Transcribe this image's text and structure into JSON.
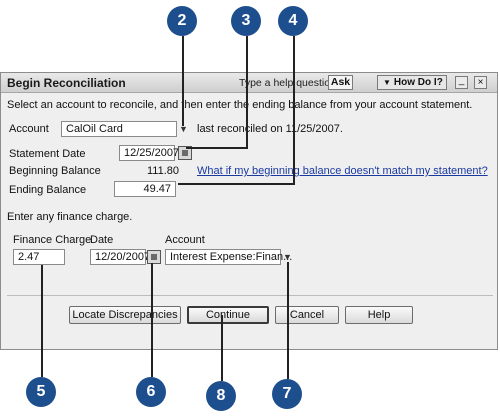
{
  "dialog": {
    "title": "Begin Reconciliation",
    "help_question": "Type a help question",
    "ask_label": "Ask",
    "how_do_i_label": "How Do I?",
    "minimize_glyph": "_",
    "close_glyph": "×",
    "instructions": "Select an account to reconcile, and then enter the ending balance from your account statement."
  },
  "account": {
    "label": "Account",
    "value": "CalOil Card",
    "last_reconciled": "last reconciled on 11/25/2007."
  },
  "statement_date": {
    "label": "Statement Date",
    "value": "12/25/2007"
  },
  "beginning_balance": {
    "label": "Beginning Balance",
    "value": "111.80"
  },
  "mismatch_link": "What if my beginning balance doesn't match my statement?",
  "ending_balance": {
    "label": "Ending Balance",
    "value": "49.47"
  },
  "finance": {
    "prompt": "Enter any finance charge.",
    "charge_label": "Finance Charge",
    "charge_value": "2.47",
    "date_label": "Date",
    "date_value": "12/20/2007",
    "account_label": "Account",
    "account_value": "Interest Expense:Finan..."
  },
  "buttons": {
    "locate": "Locate Discrepancies",
    "continue": "Continue",
    "cancel": "Cancel",
    "help": "Help"
  },
  "callouts": {
    "c2": "2",
    "c3": "3",
    "c4": "4",
    "c5": "5",
    "c6": "6",
    "c7": "7",
    "c8": "8"
  },
  "icons": {
    "dropdown": "chevron-down-icon",
    "calendar": "calendar-icon"
  },
  "colors": {
    "callout_fill": "#1d4f8f",
    "link": "#1a3aa0"
  }
}
